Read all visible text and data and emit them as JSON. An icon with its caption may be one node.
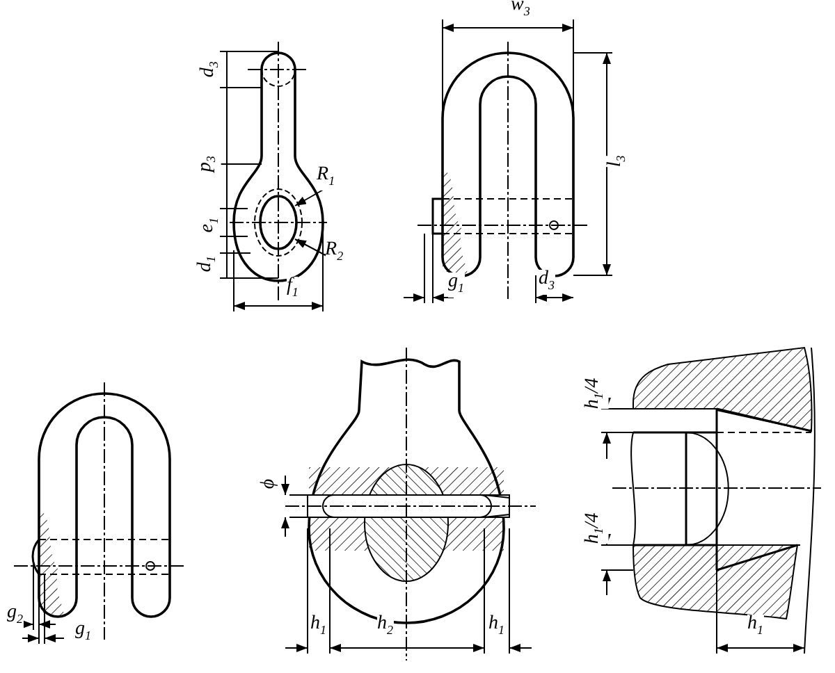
{
  "diagram": {
    "labels": [
      "d$_{3}$",
      "p$_{3}$",
      "R$_{1}$",
      "e$_{1}$",
      "R$_{2}$",
      "d$_{1}$",
      "f$_{1}$",
      "w$_{3}$",
      "l$_{3}$",
      "g$_{1}$",
      "d$_{3}$",
      "g$_{2}$",
      "g$_{1}$",
      "ϕ",
      "h$_{1}$",
      "h$_{2}$",
      "h$_{1}$",
      "h$_{1}$/4",
      "h$_{1}$/4",
      "h$_{1}$"
    ]
  }
}
